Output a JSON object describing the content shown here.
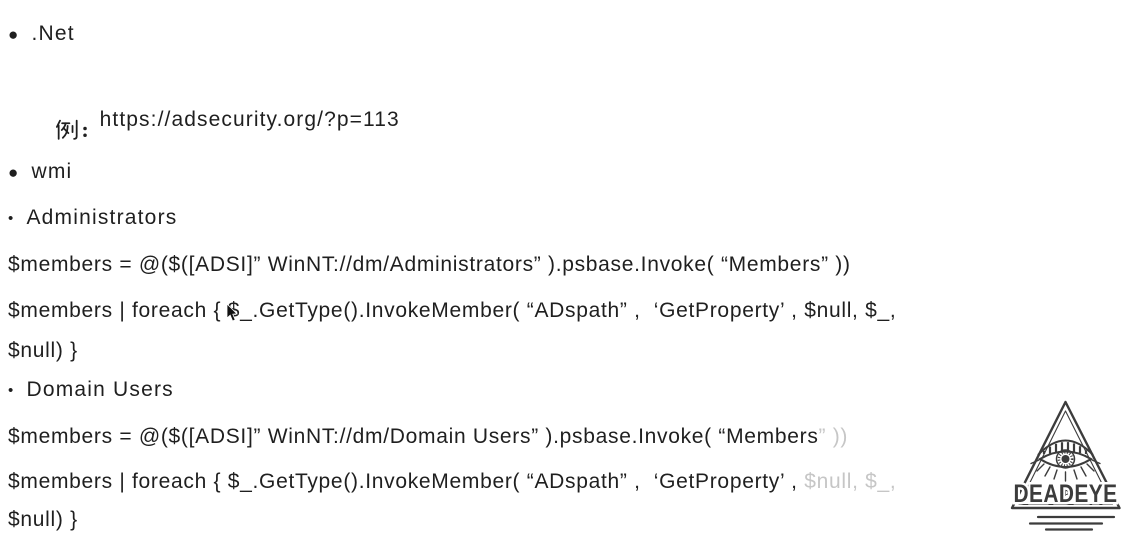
{
  "page": {
    "background": "#ffffff",
    "text_color": "#1f1f1f",
    "faded_color": "#c6c6c6"
  },
  "sections": {
    "net": {
      "bullet": "●",
      "label": ".Net"
    },
    "example": {
      "label": "例：",
      "url": "https://adsecurity.org/?p=113"
    },
    "wmi": {
      "bullet": "●",
      "label": "wmi"
    },
    "administrators": {
      "bullet": "•",
      "label": "Administrators",
      "code_line1": "$members = @($([ADSI]” WinNT://dm/Administrators” ).psbase.Invoke( “Members” ))",
      "code_line2": "$members | foreach { $_.GetType().InvokeMember( “ADspath” ,  ‘GetProperty’ , $null, $_,",
      "code_line2_wrap": "$null) }"
    },
    "domain_users": {
      "bullet": "•",
      "label": "Domain Users",
      "code_line1_main": "$members = @($([ADSI]” WinNT://dm/Domain Users” ).psbase.Invoke( “Members",
      "code_line1_faded": "” ))",
      "code_line2_main": "$members | foreach { $_.GetType().InvokeMember( “ADspath” ,  ‘GetProperty’ , ",
      "code_line2_faded": "$null, $_,",
      "code_line2_wrap": "$null) }"
    }
  },
  "watermark": {
    "brand": "DEADEYE",
    "color": "#3c3c3c"
  }
}
